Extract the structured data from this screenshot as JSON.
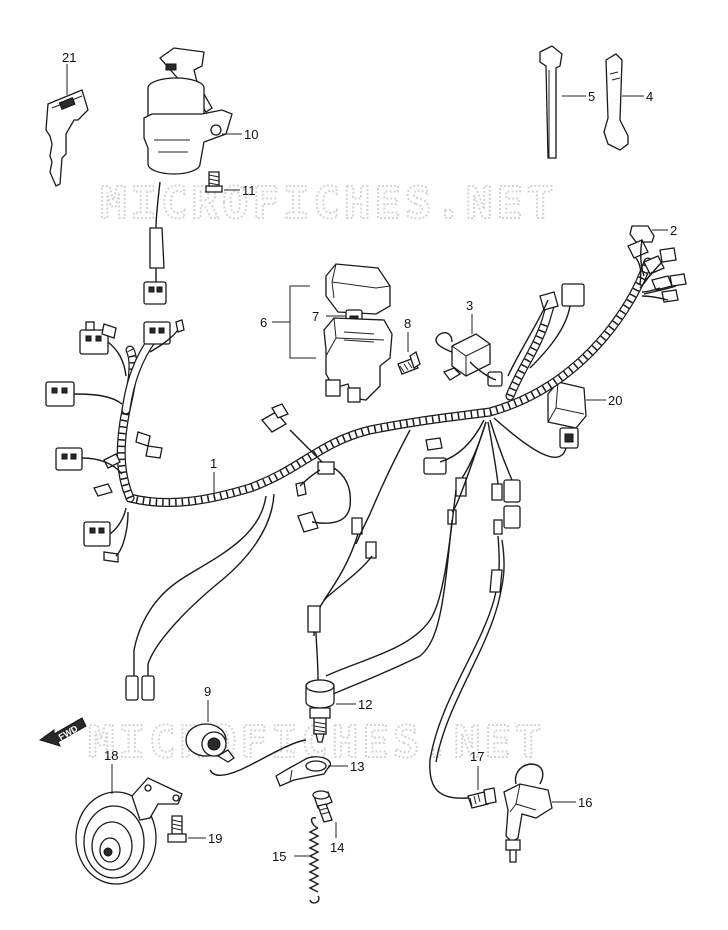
{
  "watermark": {
    "top": "MICROFICHES.NET",
    "bottom": "MICROFICHES.NET"
  },
  "direction_marker": "FWD",
  "callouts": [
    {
      "id": "1",
      "label": "1"
    },
    {
      "id": "2",
      "label": "2"
    },
    {
      "id": "3",
      "label": "3"
    },
    {
      "id": "4",
      "label": "4"
    },
    {
      "id": "5",
      "label": "5"
    },
    {
      "id": "6",
      "label": "6"
    },
    {
      "id": "7",
      "label": "7"
    },
    {
      "id": "8",
      "label": "8"
    },
    {
      "id": "9",
      "label": "9"
    },
    {
      "id": "10",
      "label": "10"
    },
    {
      "id": "11",
      "label": "11"
    },
    {
      "id": "12",
      "label": "12"
    },
    {
      "id": "13",
      "label": "13"
    },
    {
      "id": "14",
      "label": "14"
    },
    {
      "id": "15",
      "label": "15"
    },
    {
      "id": "16",
      "label": "16"
    },
    {
      "id": "17",
      "label": "17"
    },
    {
      "id": "18",
      "label": "18"
    },
    {
      "id": "19",
      "label": "19"
    },
    {
      "id": "20",
      "label": "20"
    },
    {
      "id": "21",
      "label": "21"
    }
  ]
}
